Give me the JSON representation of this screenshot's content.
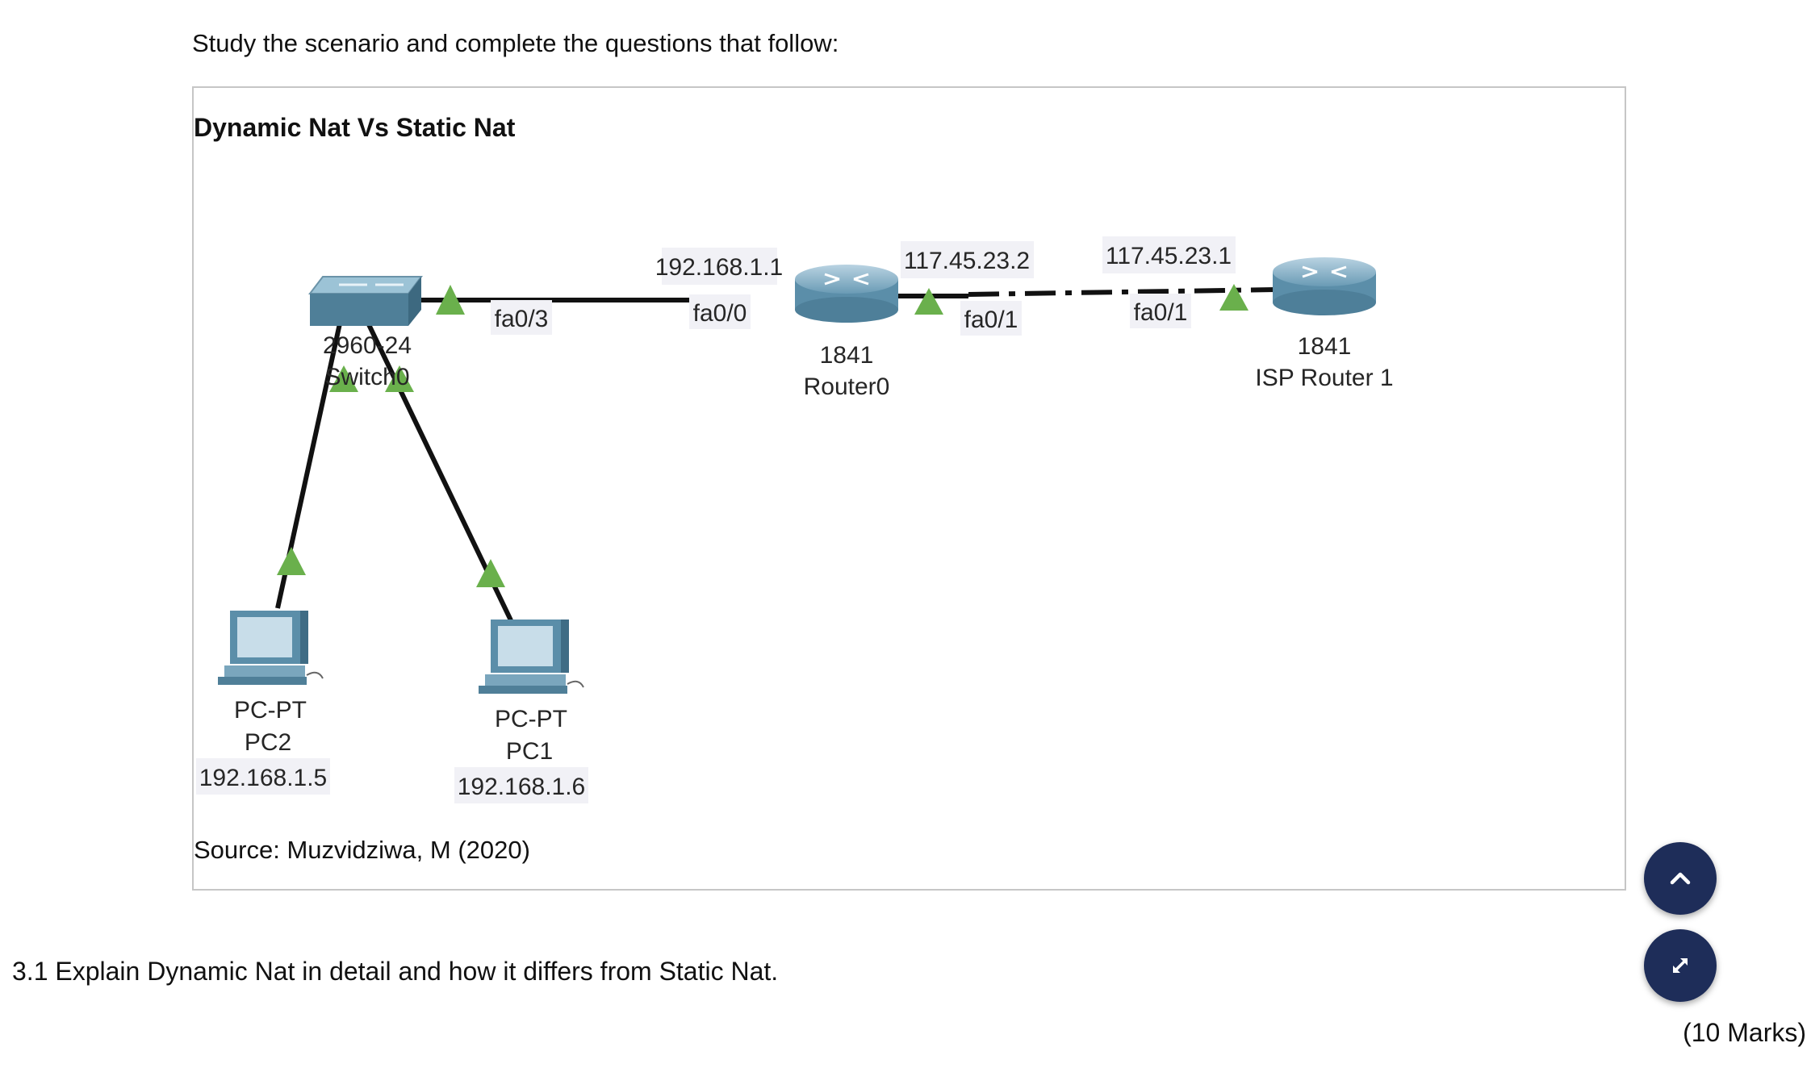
{
  "intro": "Study the scenario and complete the questions that follow:",
  "figure": {
    "title": "Dynamic Nat Vs Static Nat",
    "source": "Source: Muzvidziwa, M (2020)",
    "nodes": {
      "switch0": {
        "model": "2960-24",
        "name": "Switch0"
      },
      "router0": {
        "model": "1841",
        "name": "Router0"
      },
      "isp_router": {
        "model": "1841",
        "name": "ISP Router 1"
      },
      "pc2": {
        "model": "PC-PT",
        "name": "PC2",
        "ip": "192.168.1.5"
      },
      "pc1": {
        "model": "PC-PT",
        "name": "PC1",
        "ip": "192.168.1.6"
      }
    },
    "links": {
      "switch_port": "fa0/3",
      "router0_lan_ip": "192.168.1.1",
      "router0_lan_port": "fa0/0",
      "router0_wan_ip": "117.45.23.2",
      "router0_wan_port": "fa0/1",
      "isp_ip": "117.45.23.1",
      "isp_port": "fa0/1"
    },
    "colors": {
      "link_up_marker": "#6ab04c",
      "device_body": "#5c8fa8"
    }
  },
  "question": "3.1 Explain Dynamic Nat in detail and how it differs from Static Nat.",
  "marks": "(10 Marks)",
  "buttons": {
    "up_icon": "chevron-up-icon",
    "expand_icon": "expand-icon"
  },
  "colors": {
    "fab": "#1e2d59"
  }
}
